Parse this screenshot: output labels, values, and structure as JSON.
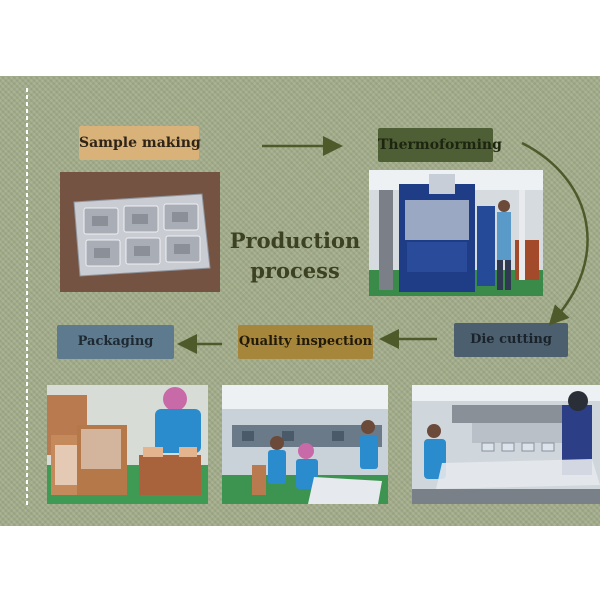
{
  "title_line1": "Production",
  "title_line2": "process",
  "steps": {
    "sample_making": "Sample making",
    "thermoforming": "Thermoforming",
    "die_cutting": "Die cutting",
    "quality_inspection": "Quality inspection",
    "packaging": "Packaging"
  },
  "colors": {
    "background": "#a3ad8a",
    "title_text": "#3b4122",
    "arrow": "#4e5a2a"
  }
}
